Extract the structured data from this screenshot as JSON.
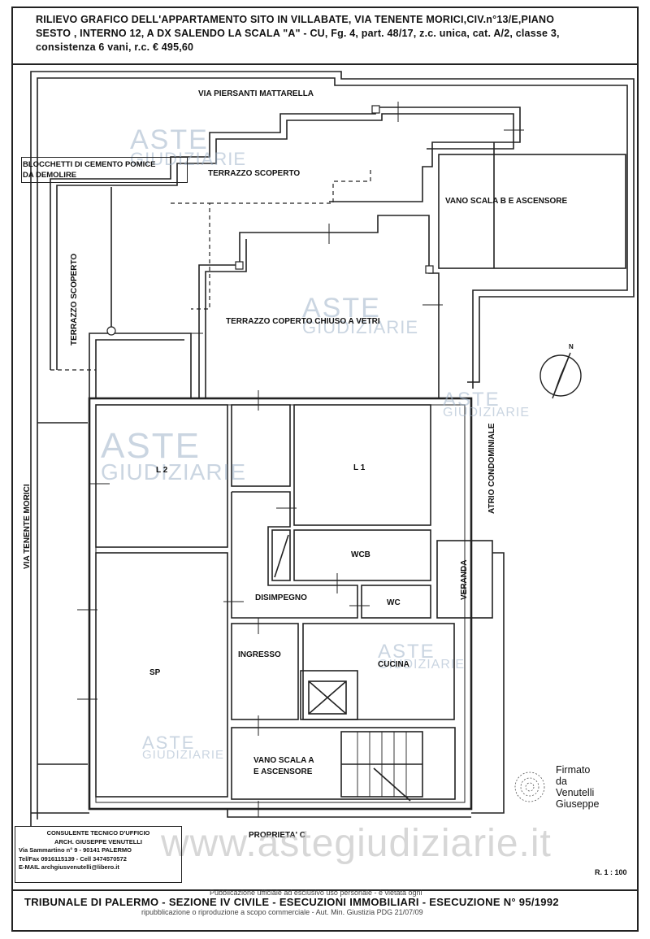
{
  "header": {
    "line1": "RILIEVO GRAFICO  DELL'APPARTAMENTO  SITO  IN  VILLABATE, VIA TENENTE MORICI,CIV.n°13/E,PIANO",
    "line2": "SESTO , INTERNO 12, A DX SALENDO LA SCALA \"A\"  -   CU, Fg. 4,  part. 48/17, z.c. unica, cat. A/2,  classe 3,",
    "line3": "consistenza 6 vani,  r.c.  € 495,60"
  },
  "labels": {
    "via_piersanti": "VIA PIERSANTI MATTARELLA",
    "blocchetti_1": "BLOCCHETTI DI CEMENTO POMICE",
    "blocchetti_2": "DA DEMOLIRE",
    "terrazzo_scoperto_top": "TERRAZZO  SCOPERTO",
    "terrazzo_scoperto_left": "TERRAZZO  SCOPERTO",
    "vano_scala_b": "VANO SCALA B E ASCENSORE",
    "terrazzo_coperto": "TERRAZZO COPERTO CHIUSO A VETRI",
    "via_tenente_morici": "VIA TENENTE MORICI",
    "atrio_condominiale": "ATRIO CONDOMINIALE",
    "l2": "L 2",
    "l1": "L 1",
    "wcb": "WCB",
    "wc": "WC",
    "veranda": "VERANDA",
    "disimpegno": "DISIMPEGNO",
    "ingresso": "INGRESSO",
    "cucina": "CUCINA",
    "sp": "SP",
    "vano_scala_a_1": "VANO SCALA A",
    "vano_scala_a_2": "E ASCENSORE",
    "proprieta": "PROPRIETA' C",
    "north": "N"
  },
  "watermark": {
    "aste": "ASTE",
    "giudiziarie": "GIUDIZIARIE",
    "site": "www.astegiudiziarie.it"
  },
  "signature": {
    "line1": "Firmato",
    "line2": "da",
    "line3": "Venutelli",
    "line4": "Giuseppe"
  },
  "consultant": {
    "line1": "CONSULENTE TECNICO D'UFFICIO",
    "line2": "ARCH. GIUSEPPE VENUTELLI",
    "line3": "Via Sammartino n° 9 - 90141 PALERMO",
    "line4": "Tel/Fax 0916115139 - Cell 3474570572",
    "line5": "E-MAIL   archgiusvenutelli@libero.it"
  },
  "footer": {
    "scale": "R. 1 : 100",
    "court": "TRIBUNALE DI PALERMO - SEZIONE IV CIVILE - ESECUZIONI IMMOBILIARI - ESECUZIONE N° 95/1992",
    "pub1": "Pubblicazione ufficiale ad esclusivo uso personale - è vietata ogni",
    "pub2": "ripubblicazione o riproduzione a scopo commerciale - Aut. Min. Giustizia PDG 21/07/09"
  }
}
